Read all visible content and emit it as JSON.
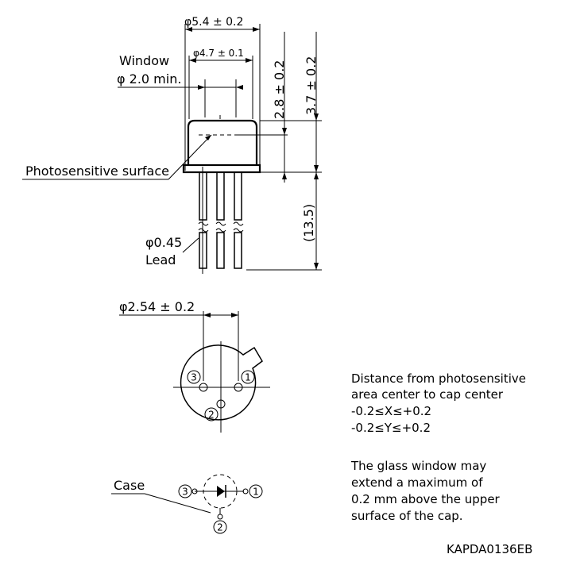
{
  "side_view": {
    "dim_outer_diameter": "φ5.4 ± 0.2",
    "dim_window_frame": "φ4.7 ± 0.1",
    "window_label_line1": "Window",
    "window_label_line2": "φ 2.0 min.",
    "dim_surface_height": "2.8 ± 0.2",
    "dim_cap_height": "3.7 ± 0.2",
    "dim_lead_length": "(13.5)",
    "photosensitive_label": "Photosensitive surface",
    "lead_label_line1": "φ0.45",
    "lead_label_line2": "Lead"
  },
  "bottom_view": {
    "dim_pin_pitch": "φ2.54 ± 0.2",
    "pin1": "1",
    "pin2": "2",
    "pin3": "3"
  },
  "schematic": {
    "case_label": "Case",
    "pin1": "1",
    "pin2": "2",
    "pin3": "3"
  },
  "notes": {
    "tolerance_line1": "Distance from photosensitive",
    "tolerance_line2": "area center to cap center",
    "tolerance_line3": "-0.2≤X≤+0.2",
    "tolerance_line4": "-0.2≤Y≤+0.2",
    "glass_line1": "The glass window may",
    "glass_line2": "extend a maximum of",
    "glass_line3": "0.2 mm above the upper",
    "glass_line4": "surface of the cap."
  },
  "drawing_code": "KAPDA0136EB"
}
